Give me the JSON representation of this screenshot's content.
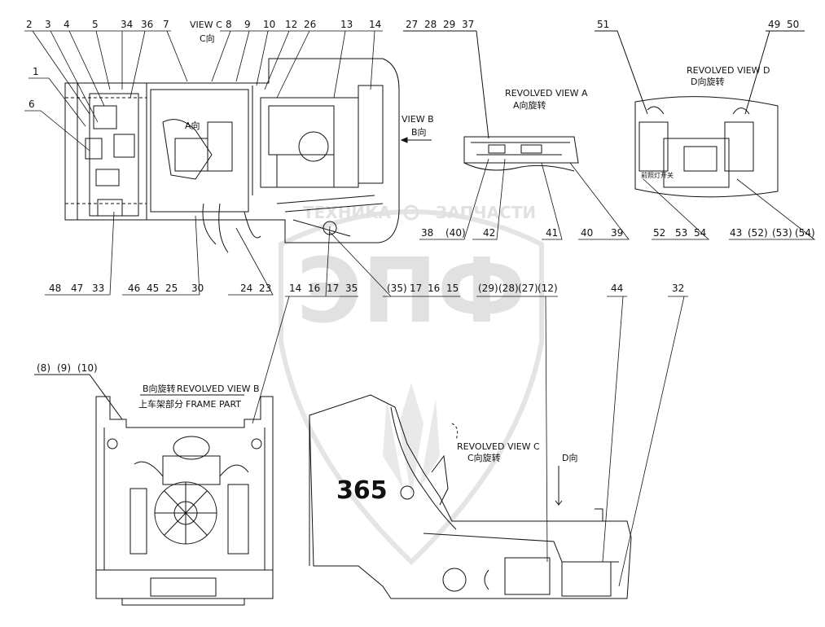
{
  "watermark": {
    "brand": "ЭПФ",
    "text_left": "ТЕХНИКА",
    "text_right": "ЗАПЧАСТИ"
  },
  "titles": {
    "view_c_top": "VIEW C",
    "view_c_top_cn": "C向",
    "view_b": "VIEW B",
    "view_b_cn": "B向",
    "revolved_a": "REVOLVED VIEW A",
    "revolved_a_cn": "A向旋转",
    "revolved_d": "REVOLVED VIEW D",
    "revolved_d_cn": "D向旋转",
    "revolved_b_cn": "B向旋转",
    "revolved_b": "REVOLVED VIEW B",
    "frame_cn": "上车架部分",
    "frame_part": "FRAME PART",
    "revolved_c": "REVOLVED VIEW C",
    "revolved_c_cn": "C向旋转",
    "d_dir": "D向",
    "a_dir_inner": "A向",
    "model": "365",
    "switch_cn": "前照灯开关"
  },
  "callouts": {
    "top_left": [
      "2",
      "3",
      "4",
      "5",
      "34",
      "36",
      "7",
      "8",
      "9",
      "10",
      "12",
      "26",
      "13",
      "14",
      "1",
      "6"
    ],
    "top_mid": [
      "27",
      "28",
      "29",
      "37"
    ],
    "top_right": [
      "51",
      "49",
      "50"
    ],
    "row1_bottom": [
      "48",
      "47",
      "33",
      "46",
      "45",
      "25",
      "30",
      "24",
      "23"
    ],
    "row1_view_a": [
      "38",
      "(40)",
      "42",
      "41",
      "40",
      "39"
    ],
    "row1_view_d": [
      "52",
      "53",
      "54",
      "43",
      "(52)",
      "(53)",
      "(54)"
    ],
    "row2": [
      "14",
      "16",
      "17",
      "35",
      "(35)",
      "17",
      "16",
      "15",
      "(29)",
      "(28)",
      "(27)",
      "(12)",
      "44",
      "32"
    ],
    "view_b_top": [
      "(8)",
      "(9)",
      "(10)"
    ]
  }
}
